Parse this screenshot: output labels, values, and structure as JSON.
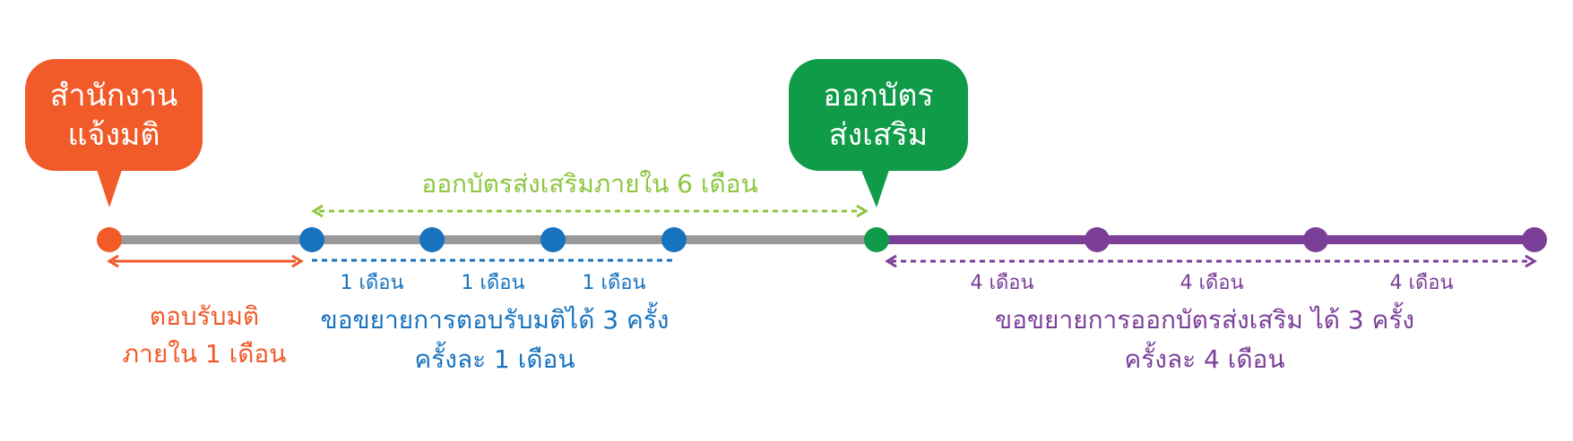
{
  "colors": {
    "orange": "#f15a29",
    "green": "#0f9b48",
    "blue": "#1873bf",
    "purple": "#7b3f98",
    "lime": "#8dc63f",
    "gray": "#999999"
  },
  "bubbles": {
    "start": {
      "line1": "สำนักงาน",
      "line2": "แจ้งมติ"
    },
    "issue": {
      "line1": "ออกบัตร",
      "line2": "ส่งเสริม"
    }
  },
  "top_span": {
    "label": "ออกบัตรส่งเสริมภายใน 6 เดือน"
  },
  "response": {
    "line1": "ตอบรับมติ",
    "line2": "ภายใน 1 เดือน"
  },
  "response_ext": {
    "month_labels": [
      "1 เดือน",
      "1 เดือน",
      "1 เดือน"
    ],
    "line1": "ขอขยายการตอบรับมติได้ 3 ครั้ง",
    "line2": "ครั้งละ 1 เดือน"
  },
  "issue_ext": {
    "month_labels": [
      "4 เดือน",
      "4 เดือน",
      "4 เดือน"
    ],
    "line1": "ขอขยายการออกบัตรส่งเสริม ได้ 3 ครั้ง",
    "line2": "ครั้งละ 4 เดือน"
  }
}
